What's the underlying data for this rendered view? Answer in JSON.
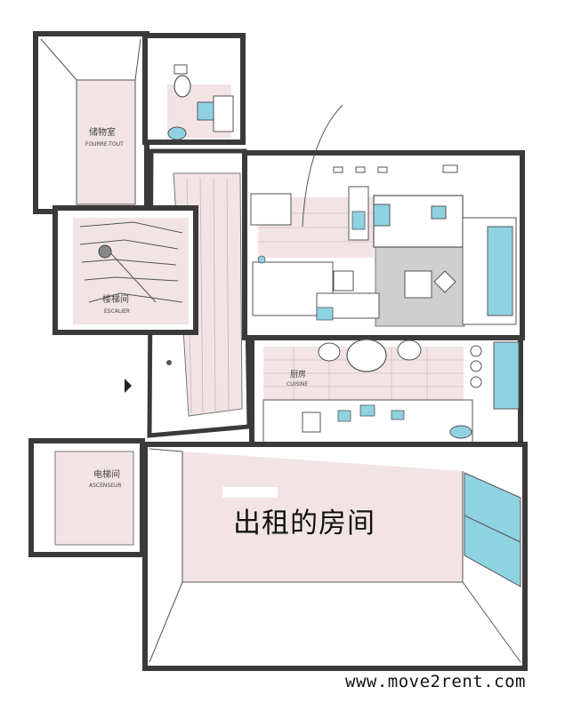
{
  "rooms": {
    "storage": {
      "zh": "储物室",
      "fr": "FOURRE-TOUT"
    },
    "stairs": {
      "zh": "楼梯间",
      "fr": "ESCALIER"
    },
    "elevator": {
      "zh": "电梯间",
      "fr": "ASCENSEUR"
    },
    "kitchen": {
      "zh": "厨房",
      "fr": "CUISINE"
    },
    "rental": {
      "zh": "出租的房间"
    }
  },
  "website": "www.move2rent.com",
  "colors": {
    "wall": "#3a3a3a",
    "floor_pink": "#f2e4e4",
    "accent_blue": "#8fd3e3",
    "rug_gray": "#cfcfcf"
  }
}
